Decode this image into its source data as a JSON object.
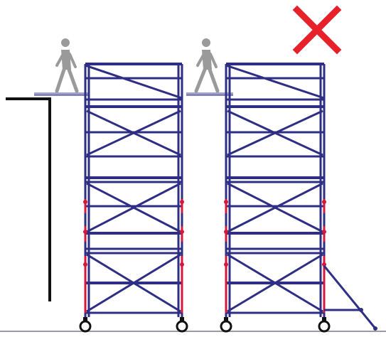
{
  "scene": {
    "description_free": true,
    "towers": [
      {
        "id": "tower-left",
        "status": "ok"
      },
      {
        "id": "tower-right",
        "status": "prohibited"
      }
    ],
    "marks": [
      {
        "id": "prohibited-mark",
        "color": "#e8202a"
      }
    ],
    "colors": {
      "frame": "#2e2f84",
      "coupler": "#d4183c",
      "building": "#111111",
      "ground": "#9a9aa8",
      "worker": "#9a9a9a",
      "wheel": "#111111"
    }
  }
}
